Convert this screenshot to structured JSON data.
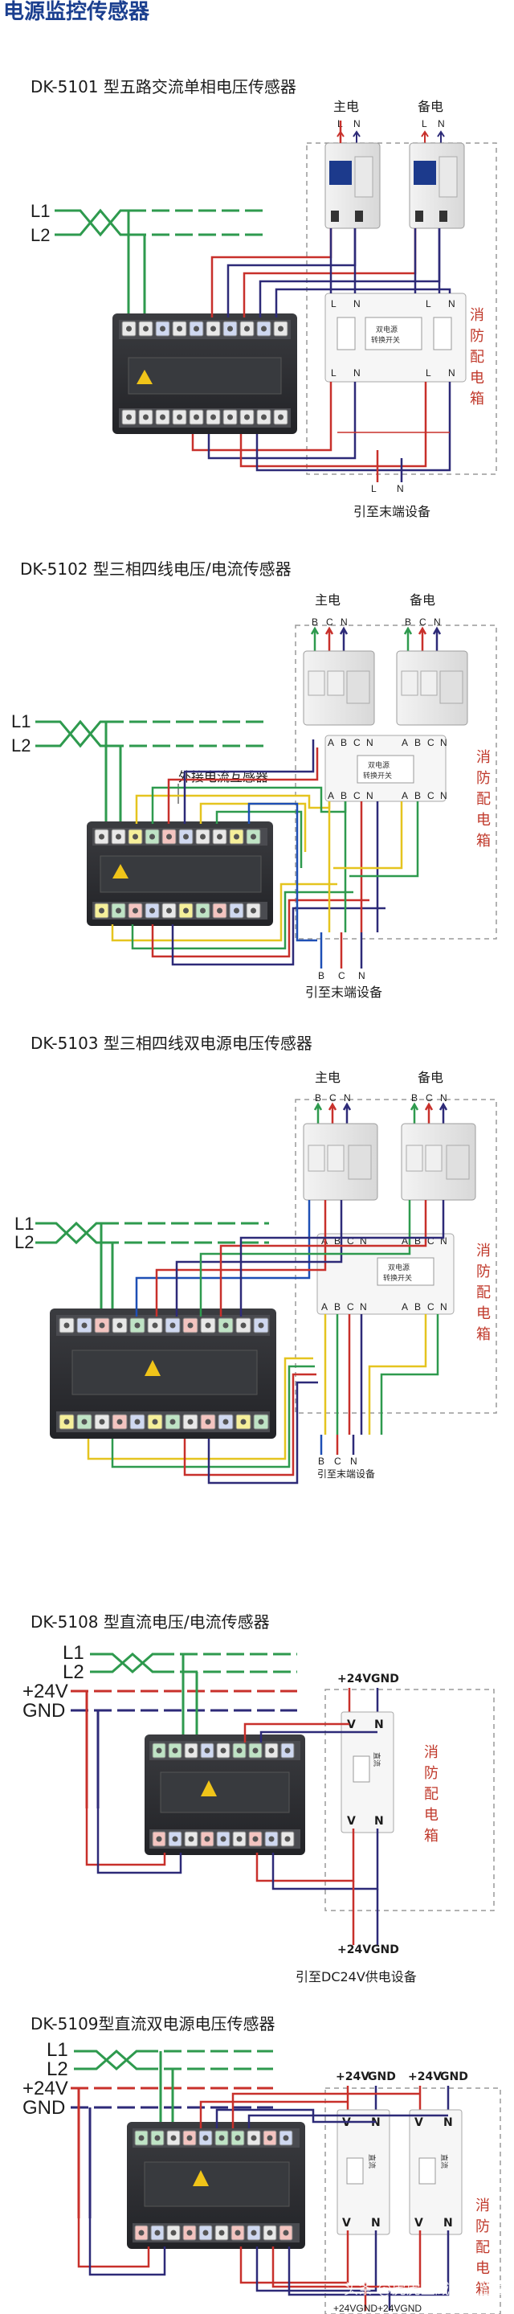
{
  "page": {
    "heading": "电源监控传感器",
    "watermark": "头条 @虎虎生威建筑监理"
  },
  "labels": {
    "main_power": "主电",
    "backup_power": "备电",
    "fire_box": [
      "消",
      "防",
      "配",
      "电",
      "箱"
    ],
    "switch_label": [
      "双电源",
      "转换开关"
    ],
    "switch_label_dc": [
      "直流",
      "双电源"
    ]
  },
  "sections": [
    {
      "id": "dk5101",
      "title": "DK-5101 型五路交流单相电压传感器",
      "lines": [
        "L1",
        "L2"
      ],
      "breaker_terminals": [
        "L",
        "N"
      ],
      "switch_terminals": [
        "L",
        "N"
      ],
      "bottom_terminals": [
        "L",
        "N"
      ],
      "note": "引至末端设备"
    },
    {
      "id": "dk5102",
      "title": "DK-5102 型三相四线电压/电流传感器",
      "lines": [
        "L1",
        "L2"
      ],
      "breaker_terminals": [
        "B",
        "C",
        "N"
      ],
      "switch_terminals": [
        "A",
        "B",
        "C",
        "N"
      ],
      "bottom_terminals": [
        "B",
        "C",
        "N"
      ],
      "ct_note": "外接电流互感器",
      "note": "引至末端设备"
    },
    {
      "id": "dk5103",
      "title": "DK-5103 型三相四线双电源电压传感器",
      "lines": [
        "L1",
        "L2"
      ],
      "breaker_terminals": [
        "B",
        "C",
        "N"
      ],
      "switch_terminals": [
        "A",
        "B",
        "C",
        "N"
      ],
      "bottom_terminals": [
        "B",
        "C",
        "N"
      ],
      "note": "引至末端设备"
    },
    {
      "id": "dk5108",
      "title": "DK-5108 型直流电压/电流传感器",
      "lines": [
        "L1",
        "L2",
        "+24V",
        "GND"
      ],
      "power_terminals": [
        "+24V",
        "GND"
      ],
      "switch_terminals": [
        "V",
        "N"
      ],
      "note": "引至DC24V供电设备"
    },
    {
      "id": "dk5109",
      "title": "DK-5109型直流双电源电压传感器",
      "lines": [
        "L1",
        "L2",
        "+24V",
        "GND"
      ],
      "power_terminals": [
        "+24V",
        "GND"
      ],
      "switch_terminals": [
        "V",
        "N"
      ],
      "bottom_note": "+24VGND+24VGND"
    }
  ],
  "colors": {
    "heading": "#1b3f8f",
    "bus_green": "#2e9a4e",
    "wire_red": "#c8302b",
    "wire_purple": "#2d2a78",
    "wire_yellow": "#e5c41f",
    "wire_blue": "#1e4fb5",
    "fire_text": "#c0392b",
    "device_body": "#2f3033",
    "dashed_box": "#9a9a9a"
  }
}
